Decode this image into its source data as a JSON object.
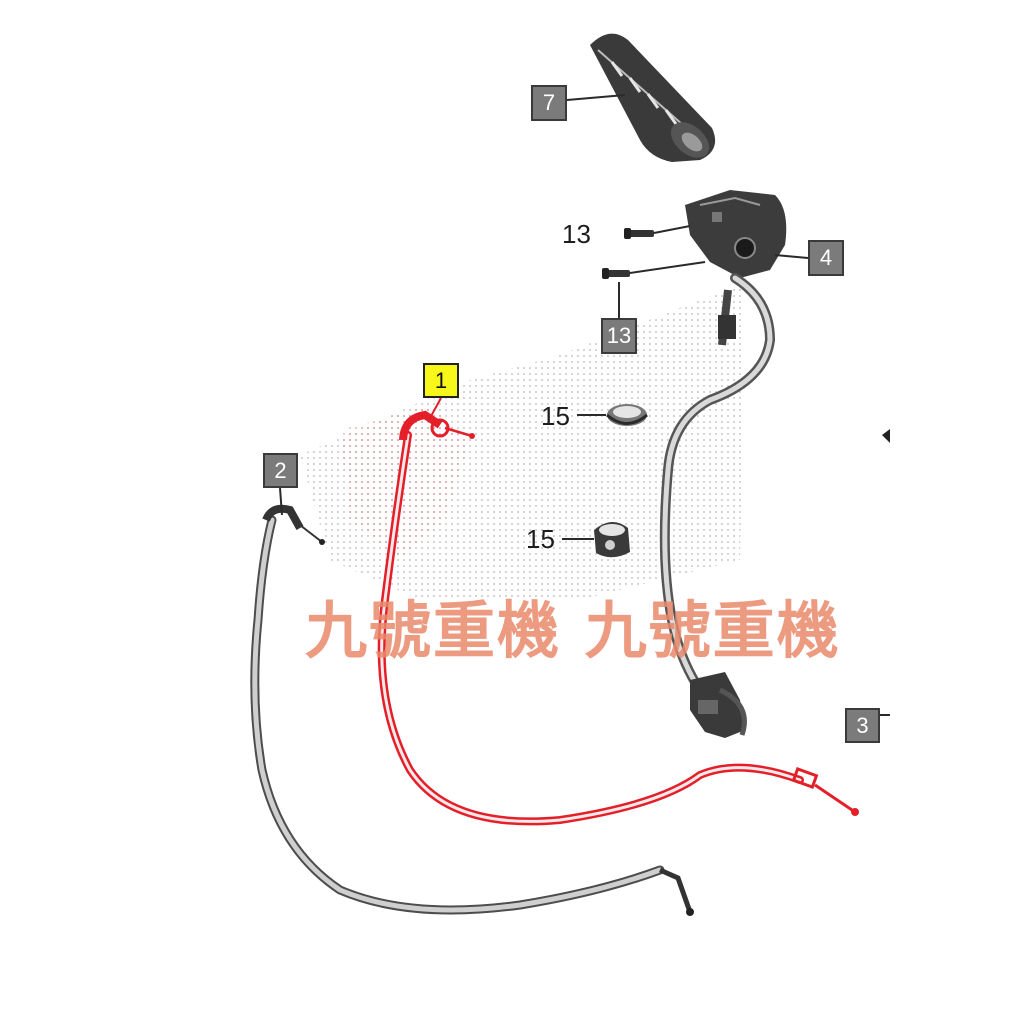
{
  "callouts": {
    "c7": "7",
    "c13a": "13",
    "c4": "4",
    "c13b": "13",
    "c1": "1",
    "c15a": "15",
    "c2": "2",
    "c15b": "15",
    "c3": "3"
  },
  "watermark": "九號重機 九號重機",
  "colors": {
    "highlight_part": "#e3202a",
    "highlight_fill": "#f7f71a",
    "callout_box": "#7b7b7b",
    "line": "#2a2a2a",
    "watermark": "#e9896a"
  },
  "icons": {
    "throttle_grip": "throttle-grip-icon",
    "switch_housing": "switch-housing-icon",
    "screw": "screw-icon",
    "band_clip": "band-clip-icon",
    "connector": "connector-icon"
  }
}
